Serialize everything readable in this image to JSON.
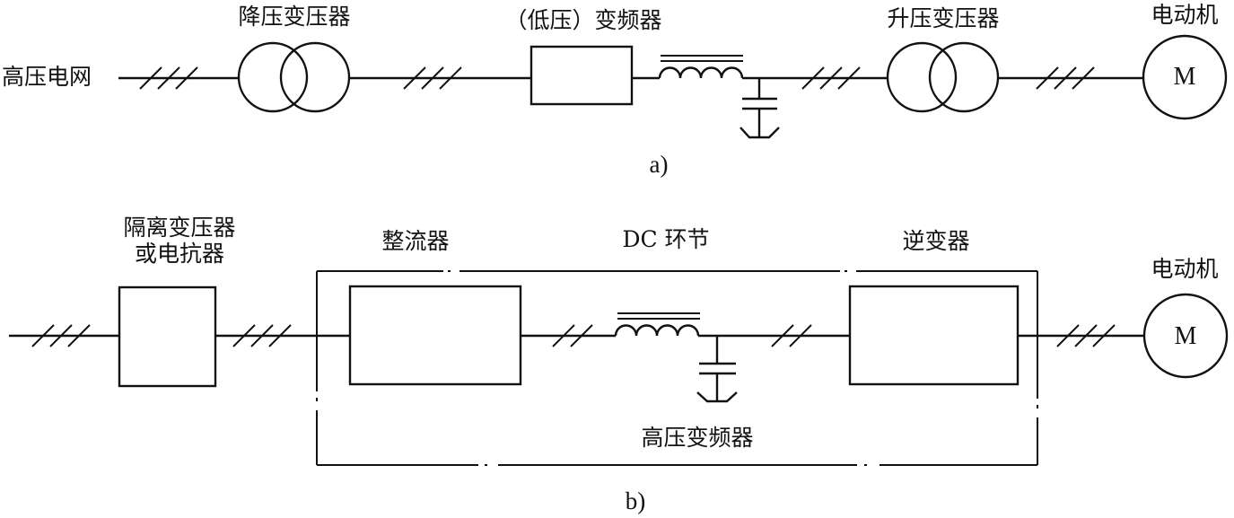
{
  "figure": {
    "panel_a": {
      "caption": "a)",
      "source": "高压电网",
      "step_down_transformer": "降压变压器",
      "lv_inverter": "（低压）变频器",
      "step_up_transformer": "升压变压器",
      "motor_label": "电动机",
      "motor_symbol": "M"
    },
    "panel_b": {
      "caption": "b)",
      "isolation_line1": "隔离变压器",
      "isolation_line2": "或电抗器",
      "rectifier": "整流器",
      "dc_link": "DC 环节",
      "inverter": "逆变器",
      "hv_inverter": "高压变频器",
      "motor_label": "电动机",
      "motor_symbol": "M"
    }
  }
}
